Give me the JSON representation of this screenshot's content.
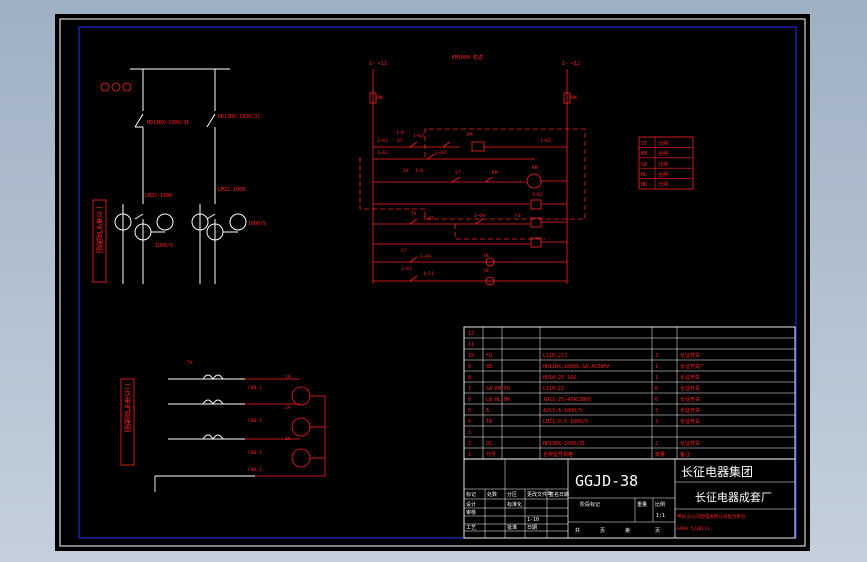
{
  "colors": {
    "line": "#ff2222",
    "frame": "#ffffff",
    "inner_frame": "#2233ff",
    "background": "#000000",
    "title_text": "#ffffff"
  },
  "top_ref": "KM1000 稳态",
  "bus_labels": {
    "left": "1~ <11",
    "right": "1~ <12"
  },
  "fuse_labels": {
    "left": "28K",
    "right": "28K"
  },
  "circles_label": "ⓄⓄⓄ",
  "primary": {
    "title": "一次电气原理图",
    "switch1": "HD13BX~1000/31",
    "switch2": "HD13BX~1000/31",
    "ct_label_1": "LMZ2-1000",
    "ct_label_2": "LMZ2-1000",
    "ratio": "1000/5",
    "side_ratio": "1000/5"
  },
  "control": {
    "labels": [
      "1~6",
      "1~63",
      "ST",
      "1~63",
      "KM",
      "1~63",
      "1~63",
      "1~69",
      "SA",
      "1~6",
      "ST",
      "KM",
      "KM",
      "1~65",
      "1~67",
      "FU",
      "1~69",
      "1~69",
      "TA",
      "ST",
      "1~63",
      "1~11",
      "HL",
      "HL",
      "ST",
      "ST"
    ]
  },
  "legend": [
    {
      "code": "ST",
      "desc": "分闸"
    },
    {
      "code": "KM",
      "desc": "合闸"
    },
    {
      "code": "SA",
      "desc": "分闸"
    },
    {
      "code": "HL",
      "desc": "合闸"
    },
    {
      "code": "HR",
      "desc": "分闸"
    }
  ],
  "secondary": {
    "title": "二次电气原理图",
    "ct_label": "TA",
    "meter_labels": [
      "1A",
      "2A",
      "3A"
    ],
    "ratios": [
      "CH0-1",
      "CH0-1",
      "CH0-1",
      "CH0-1"
    ]
  },
  "bom": {
    "rows": [
      {
        "no": "12",
        "code": "",
        "name": "",
        "qty": "",
        "note": ""
      },
      {
        "no": "11",
        "code": "",
        "name": "",
        "qty": "",
        "note": ""
      },
      {
        "no": "10",
        "code": "FU",
        "name": "LS10-22J",
        "qty": "3",
        "note": "长征开关"
      },
      {
        "no": "9",
        "code": "SB",
        "name": "HD11BX,100X6,SA,AC380V",
        "qty": "1",
        "note": "长征开关厂"
      },
      {
        "no": "8",
        "code": "",
        "name": "HD14-25  16X",
        "qty": "1",
        "note": "长征开关"
      },
      {
        "no": "7",
        "code": "SA KM FU",
        "name": "LS10-22",
        "qty": "6",
        "note": "长征开关"
      },
      {
        "no": "6",
        "code": "LB HL HR",
        "name": "XD11-25/40AC380V",
        "qty": "6",
        "note": "长征开关"
      },
      {
        "no": "5",
        "code": "A",
        "name": "42C3-A 1000/5",
        "qty": "3",
        "note": "长征开关"
      },
      {
        "no": "4",
        "code": "TA",
        "name": "LMZ1-0.5 1000/5",
        "qty": "3",
        "note": "长征开关"
      },
      {
        "no": "3",
        "code": "",
        "name": "",
        "qty": "",
        "note": ""
      },
      {
        "no": "2",
        "code": "QS",
        "name": "HD13BX-1000/31",
        "qty": "2",
        "note": "长征开关"
      },
      {
        "no": "1",
        "code": "代号",
        "name": "名称型号规格",
        "qty": "数量",
        "note": "备注"
      }
    ]
  },
  "title_block": {
    "drawing_no": "GGJD-38",
    "company": "长征电器集团",
    "factory": "长征电器成套厂",
    "subtitle": "甲BL分公司配电屏柜公司电力单位",
    "doc_no": "GP08 5230111",
    "rev_header": [
      "标记",
      "处数",
      "分区",
      "更改文件号",
      "签名",
      "日期"
    ],
    "approvals": [
      "设计",
      "标准化",
      "审核",
      "工艺",
      "批准",
      "日期"
    ],
    "stage_label": "阶段标记",
    "weight_label": "重量",
    "scale_label": "比例",
    "scale": "1:1",
    "sheet_info": [
      "共",
      "页",
      "第",
      "页"
    ],
    "date_value": "1-10"
  }
}
